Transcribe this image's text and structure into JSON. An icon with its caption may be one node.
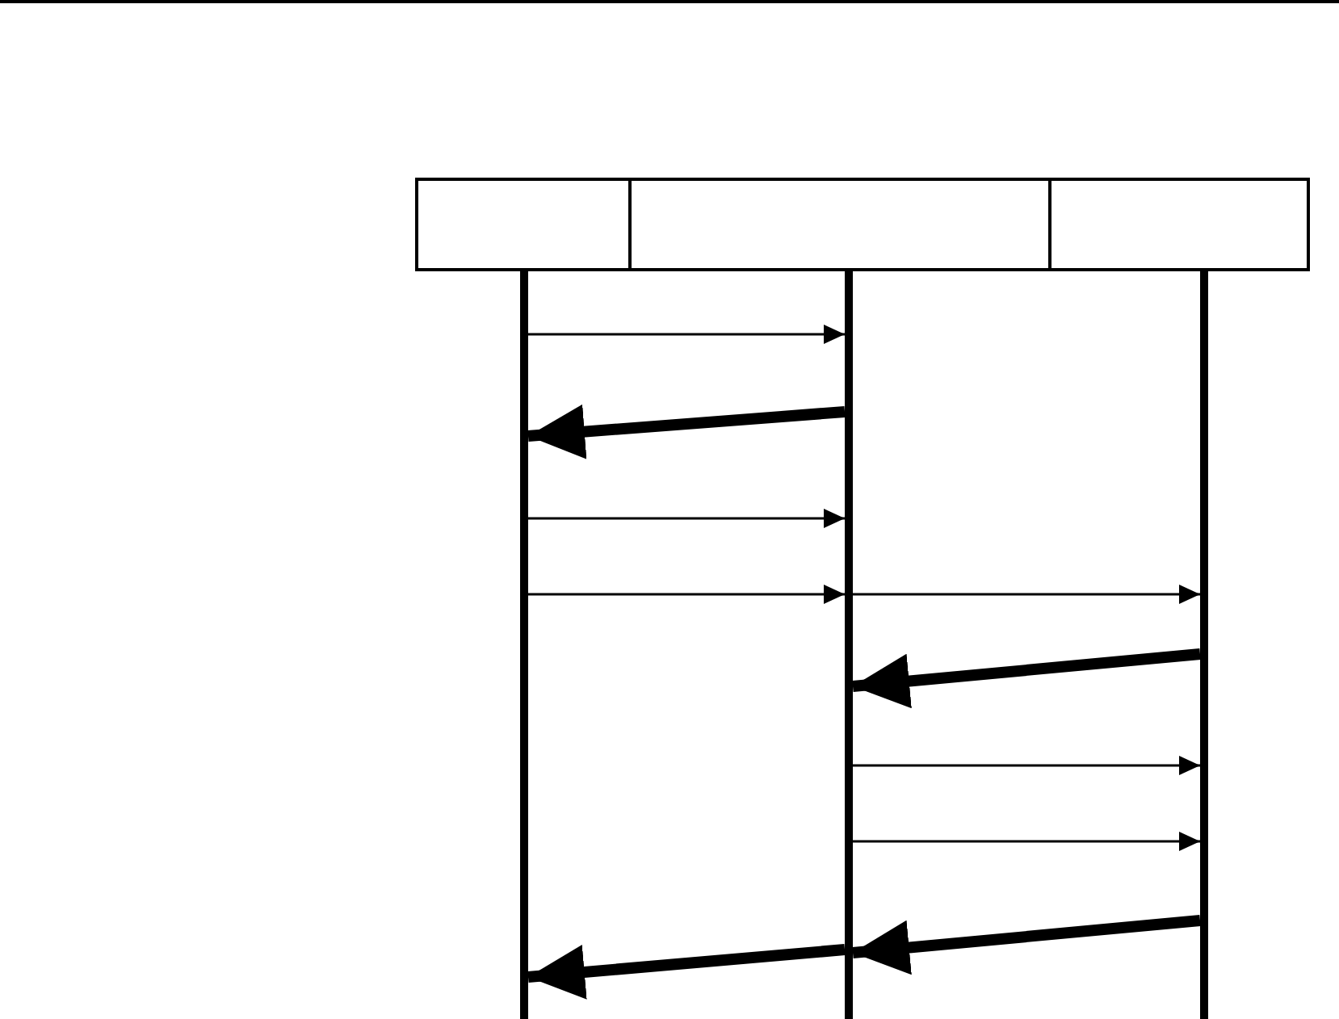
{
  "diagram": {
    "nodes": [
      {
        "text": [],
        "shape": "box"
      },
      {
        "text": [],
        "shape": "box"
      },
      {
        "text": [],
        "shape": "box"
      },
      {
        "text": [],
        "shape": "bar"
      },
      {
        "text": [],
        "shape": "bar"
      },
      {
        "text": [],
        "shape": "bar"
      }
    ],
    "edges": [
      {
        "from": 3,
        "to": 4,
        "arrow": "to"
      },
      {
        "from": 4,
        "to": 3,
        "arrow": "to",
        "style": "thick"
      },
      {
        "from": 3,
        "to": 4,
        "arrow": "to"
      },
      {
        "from": 3,
        "to": 4,
        "arrow": "to"
      },
      {
        "from": 4,
        "to": 5,
        "arrow": "to"
      },
      {
        "from": 5,
        "to": 4,
        "arrow": "to",
        "style": "thick"
      },
      {
        "from": 4,
        "to": 5,
        "arrow": "to"
      },
      {
        "from": 4,
        "to": 5,
        "arrow": "to"
      },
      {
        "from": 5,
        "to": 4,
        "arrow": "to",
        "style": "thick"
      },
      {
        "from": 4,
        "to": 3,
        "arrow": "to",
        "style": "thick"
      }
    ]
  }
}
